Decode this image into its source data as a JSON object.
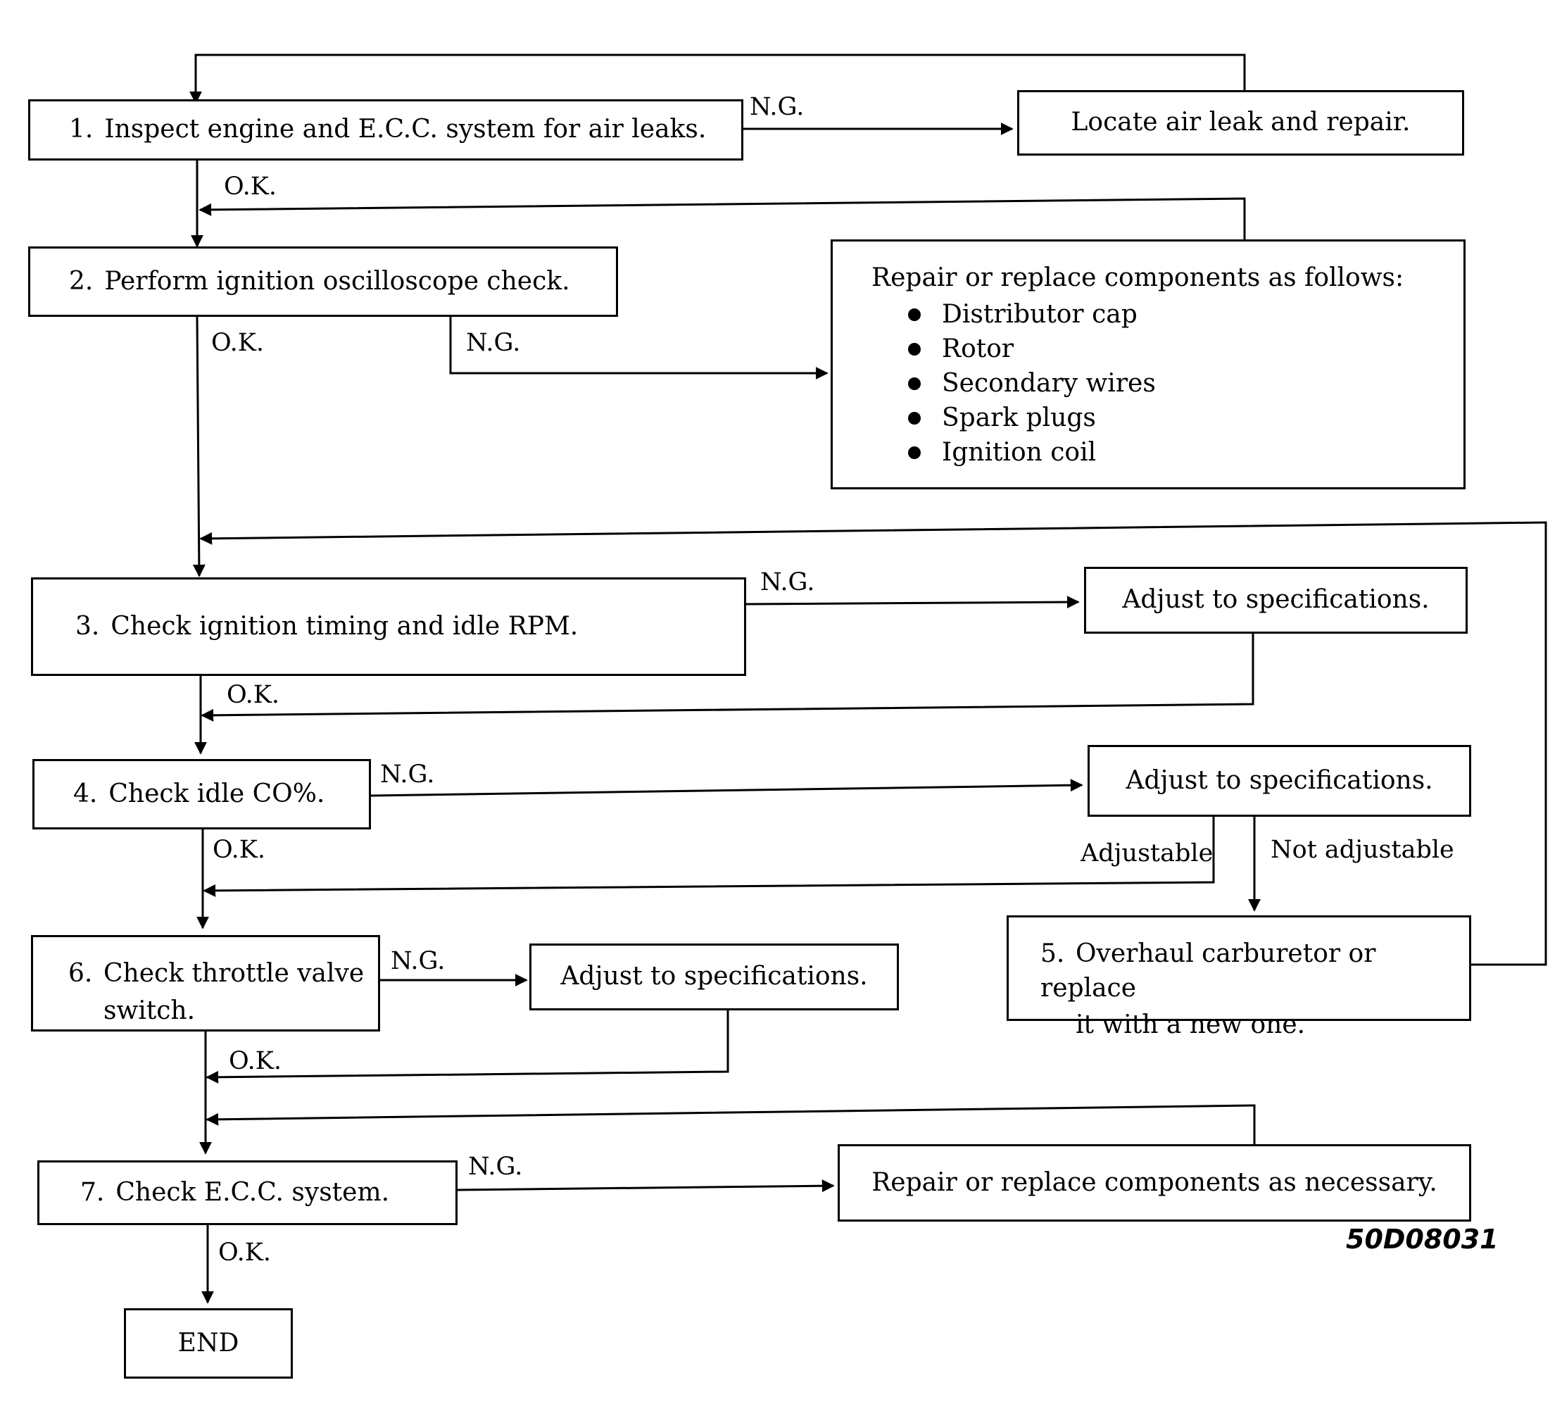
{
  "steps": {
    "s1": {
      "number": "1.",
      "text": "Inspect engine and E.C.C. system for air leaks."
    },
    "s2": {
      "number": "2.",
      "text": "Perform ignition oscilloscope check."
    },
    "s3": {
      "number": "3.",
      "text": "Check ignition timing and idle RPM."
    },
    "s4": {
      "number": "4.",
      "text": "Check idle CO%."
    },
    "s5": {
      "number": "5.",
      "line1": "Overhaul carburetor or replace",
      "line2": "it with a new one."
    },
    "s6": {
      "number": "6.",
      "line1": "Check throttle valve",
      "line2": "switch."
    },
    "s7": {
      "number": "7.",
      "text": "Check E.C.C. system."
    },
    "end": {
      "text": "END"
    }
  },
  "actions": {
    "locate_leak": "Locate air leak and repair.",
    "repair_ignition": {
      "title": "Repair or replace components as follows:",
      "items": [
        "Distributor cap",
        "Rotor",
        "Secondary wires",
        "Spark plugs",
        "Ignition coil"
      ]
    },
    "adjust_timing": "Adjust to specifications.",
    "adjust_co": "Adjust to specifications.",
    "adjust_throttle": "Adjust to specifications.",
    "repair_ecc": "Repair or replace components as necessary."
  },
  "edge_labels": {
    "ng": "N.G.",
    "ok": "O.K.",
    "adjustable": "Adjustable",
    "not_adjustable": "Not adjustable"
  },
  "figure_code": "50D08031"
}
